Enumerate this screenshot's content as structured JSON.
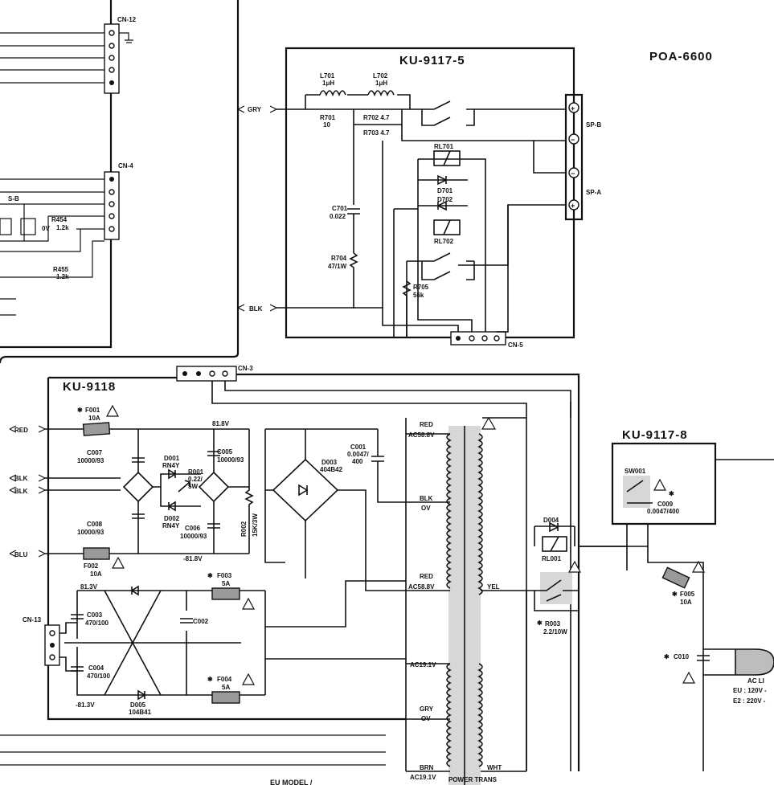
{
  "model": "POA-6600",
  "boards": {
    "output": "KU-9117-5",
    "power": "KU-9118",
    "switch": "KU-9117-8"
  },
  "connectors": {
    "cn12": "CN-12",
    "cn4": "CN-4",
    "cn5": "CN-5",
    "cn3": "CN-3",
    "cn13": "CN-13"
  },
  "speaker": {
    "spb": "SP-B",
    "spa": "SP-A",
    "plus": "+",
    "minus": "−"
  },
  "wires": {
    "gry": "GRY",
    "blk": "BLK",
    "red": "RED",
    "blu": "BLU"
  },
  "output_parts": {
    "l701": "L701",
    "l701v": "1μH",
    "l702": "L702",
    "l702v": "1μH",
    "r701": "R701",
    "r701v": "10",
    "r702": "R702  4.7",
    "r703": "R703  4.7",
    "c701": "C701",
    "c701v": "0.022",
    "r704": "R704",
    "r704v": "47/1W",
    "rl701": "RL701",
    "d701": "D701",
    "d702": "D702",
    "rl702": "RL702",
    "r705": "R705",
    "r705v": "56k"
  },
  "left_parts": {
    "sb": "S-B",
    "r454": "R454",
    "r454v": "1.2k",
    "ov": "0V",
    "r455": "R455",
    "r455v": "1.2k"
  },
  "power_parts": {
    "f001": "F001",
    "f001v": "10A",
    "v818p": "81.8V",
    "c007": "C007",
    "c007v": "10000/93",
    "d001": "D001",
    "d001v": "RN4Y",
    "r001": "R001",
    "r001v": "0.22/",
    "r001w": "5W",
    "c005": "C005",
    "c005v": "10000/93",
    "d003": "D003",
    "d003v": "404B42",
    "c001": "C001",
    "c001v": "0.0047/",
    "c001w": "400",
    "c008": "C008",
    "c008v": "10000/93",
    "d002": "D002",
    "d002v": "RN4Y",
    "c006": "C006",
    "c006v": "10000/93",
    "r002": "R002",
    "r002v": "15K/3W",
    "v818n": "-81.8V",
    "f002": "F002",
    "f002v": "10A",
    "f003": "F003",
    "f003v": "5A",
    "v813p": "81.3V",
    "c003": "C003",
    "c003v": "470/100",
    "c002": "C002",
    "c004": "C004",
    "c004v": "470/100",
    "f004": "F004",
    "f004v": "5A",
    "v813n": "-81.3V",
    "d005": "D005",
    "d005v": "104B41",
    "star": "✱"
  },
  "transformer": {
    "red1": "RED",
    "ac1": "AC58.8V",
    "blk": "BLK",
    "ov1": "OV",
    "red2": "RED",
    "ac2": "AC58.8V",
    "yel": "YEL",
    "ac3": "AC19.1V",
    "gry": "GRY",
    "ov2": "OV",
    "brn": "BRN",
    "ac4": "AC19.1V",
    "wht": "WHT",
    "name": "POWER TRANS"
  },
  "relay_parts": {
    "d004": "D004",
    "rl001": "RL001",
    "r003": "R003",
    "r003v": "2.2/10W"
  },
  "switch_parts": {
    "sw001": "SW001",
    "c009": "C009",
    "c009v": "0.0047/400",
    "f005": "F005",
    "f005v": "10A",
    "c010": "C010"
  },
  "ac_line": {
    "label": "AC LI",
    "eu": "EU : 120V -",
    "e2": "E2 : 220V -"
  },
  "bottom_note": "EU MODEL /"
}
